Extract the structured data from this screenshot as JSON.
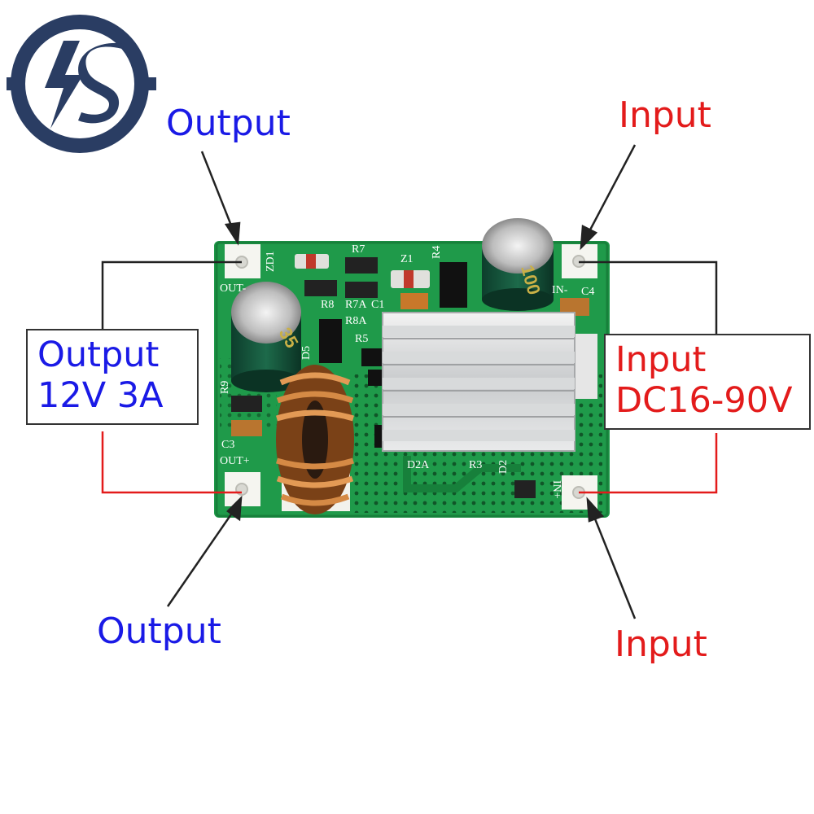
{
  "labels": {
    "output_top": "Output",
    "input_top": "Input",
    "output_bottom": "Output",
    "input_bottom": "Input"
  },
  "output_box": {
    "line1": "Output",
    "line2": "12V 3A"
  },
  "input_box": {
    "line1": "Input",
    "line2": "DC16-90V"
  },
  "pcb_silkscreen": {
    "zd1": "ZD1",
    "r7": "R7",
    "z1": "Z1",
    "r4": "R4",
    "out_minus": "OUT-",
    "in_minus": "IN-",
    "c4": "C4",
    "r8": "R8",
    "r7a": "R7A",
    "c1": "C1",
    "r8a": "R8A",
    "r5": "R5",
    "d5": "D5",
    "r9": "R9",
    "c3": "C3",
    "out_plus": "OUT+",
    "d2a": "D2A",
    "r3": "R3",
    "d2": "D2",
    "in_plus": "IN+"
  },
  "colors": {
    "output_text": "#1a1ae6",
    "input_text": "#e31b1b",
    "pcb_green": "#1f9a4a",
    "logo_navy": "#2a3d63",
    "positive_wire": "#e31b1b",
    "negative_wire": "#222222"
  },
  "icons": {
    "logo": "lightning-s-logo-icon"
  }
}
